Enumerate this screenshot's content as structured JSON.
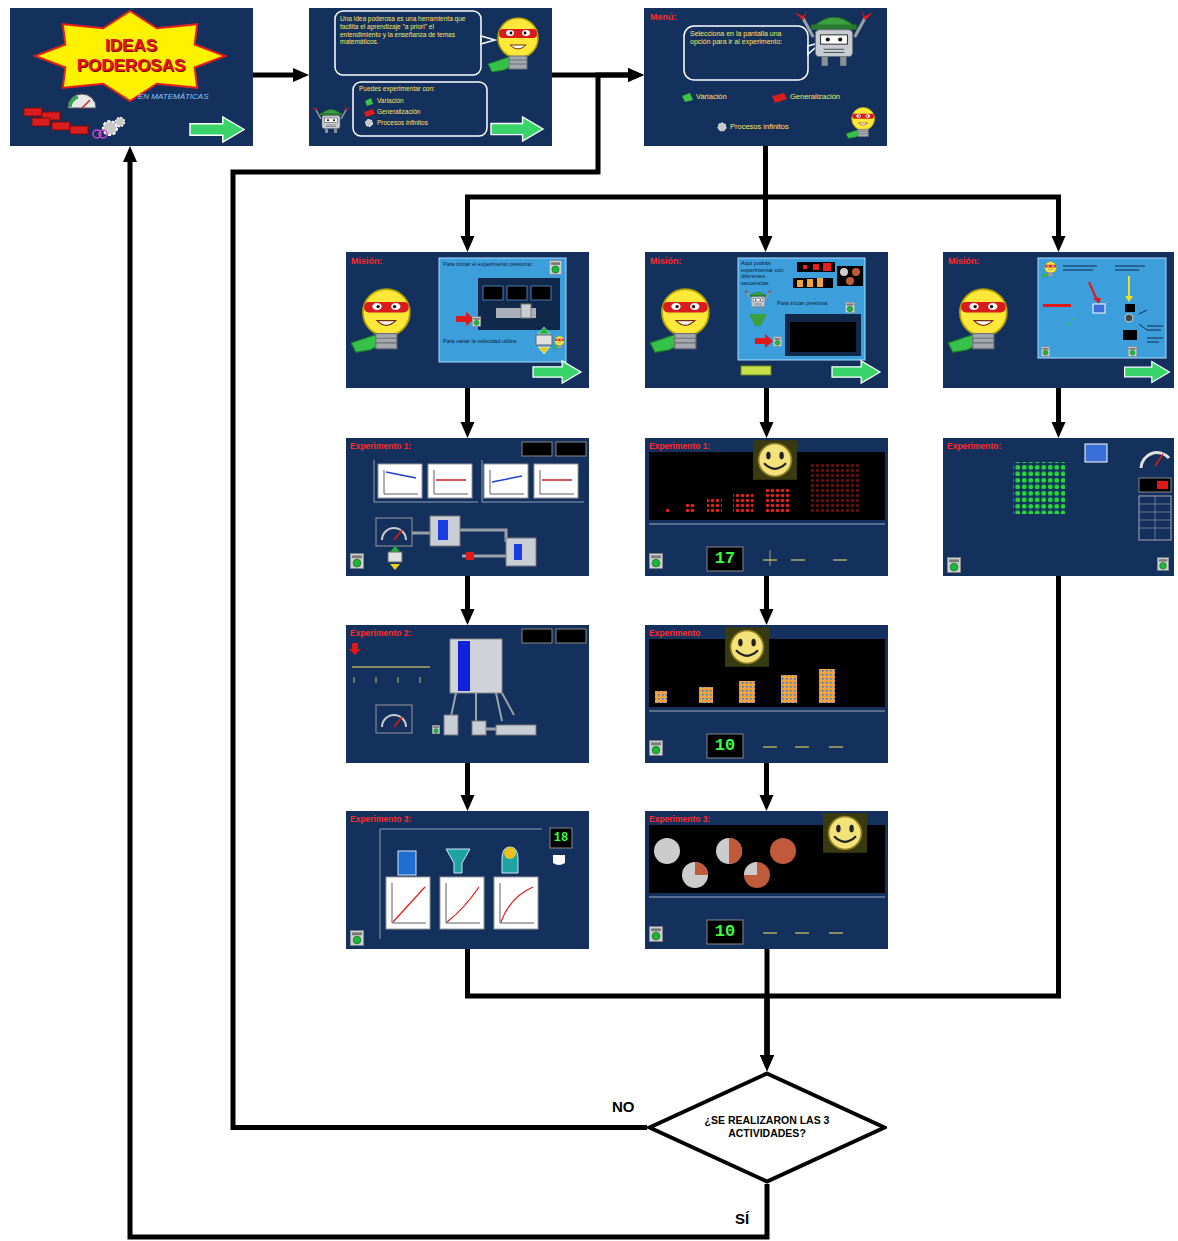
{
  "diagram": {
    "nodes": [
      {
        "text": [
          "IDEAS PODEROSAS",
          "EN MATEMÁTICAS"
        ]
      },
      {
        "text": [
          "Una idea poderosa es una herramienta que facilita el aprendizaje \"a priori\" el entendimiento y la enseñanza de temas matemáticos.",
          "Puedes experimentar con:",
          "Variación",
          "Generalización",
          "Procesos infinitos"
        ]
      },
      {
        "text": [
          "Menú:",
          "Selecciona en la pantalla una opción para ir al experimento:",
          "Variación",
          "Generalización",
          "Procesos infinitos"
        ]
      },
      {
        "text": [
          "Misión:",
          "Para iniciar el experimento presiona:",
          "Para variar la velocidad utiliza:"
        ]
      },
      {
        "text": [
          "Misión:",
          "Aquí podrás experimentar con diferentes secuencias",
          "Para iniciar presiona:"
        ]
      },
      {
        "text": [
          "Misión:"
        ]
      },
      {
        "text": [
          "Experimento 1:"
        ]
      },
      {
        "text": [
          "Experimento 1:",
          "17"
        ]
      },
      {
        "text": [
          "Experimento:"
        ]
      },
      {
        "text": [
          "Experimento 2:"
        ]
      },
      {
        "text": [
          "Experimento",
          "10"
        ]
      },
      {
        "text": [
          "Experimento 3:",
          "18"
        ]
      },
      {
        "text": [
          "Experimento 3:",
          "10"
        ]
      },
      {
        "text": [
          "¿SE REALIZARON LAS 3 ACTIVIDADES?"
        ]
      }
    ],
    "edges": [
      {
        "from": 0,
        "to": 1,
        "arrow": "to"
      },
      {
        "from": 1,
        "to": 2,
        "arrow": "to"
      },
      {
        "from": 2,
        "to": 3,
        "arrow": "to"
      },
      {
        "from": 2,
        "to": 4,
        "arrow": "to"
      },
      {
        "from": 2,
        "to": 5,
        "arrow": "to"
      },
      {
        "from": 3,
        "to": 6,
        "arrow": "to"
      },
      {
        "from": 6,
        "to": 9,
        "arrow": "to"
      },
      {
        "from": 9,
        "to": 11,
        "arrow": "to"
      },
      {
        "from": 4,
        "to": 7,
        "arrow": "to"
      },
      {
        "from": 7,
        "to": 10,
        "arrow": "to"
      },
      {
        "from": 10,
        "to": 12,
        "arrow": "to"
      },
      {
        "from": 5,
        "to": 8,
        "arrow": "to"
      },
      {
        "from": 11,
        "to": 13,
        "arrow": "to"
      },
      {
        "from": 12,
        "to": 13,
        "arrow": "to"
      },
      {
        "from": 8,
        "to": 13,
        "arrow": "to"
      },
      {
        "from": 13,
        "to": 2,
        "label": "NO",
        "arrow": "to"
      },
      {
        "from": 13,
        "to": 0,
        "label": "SÍ",
        "arrow": "to"
      }
    ]
  }
}
